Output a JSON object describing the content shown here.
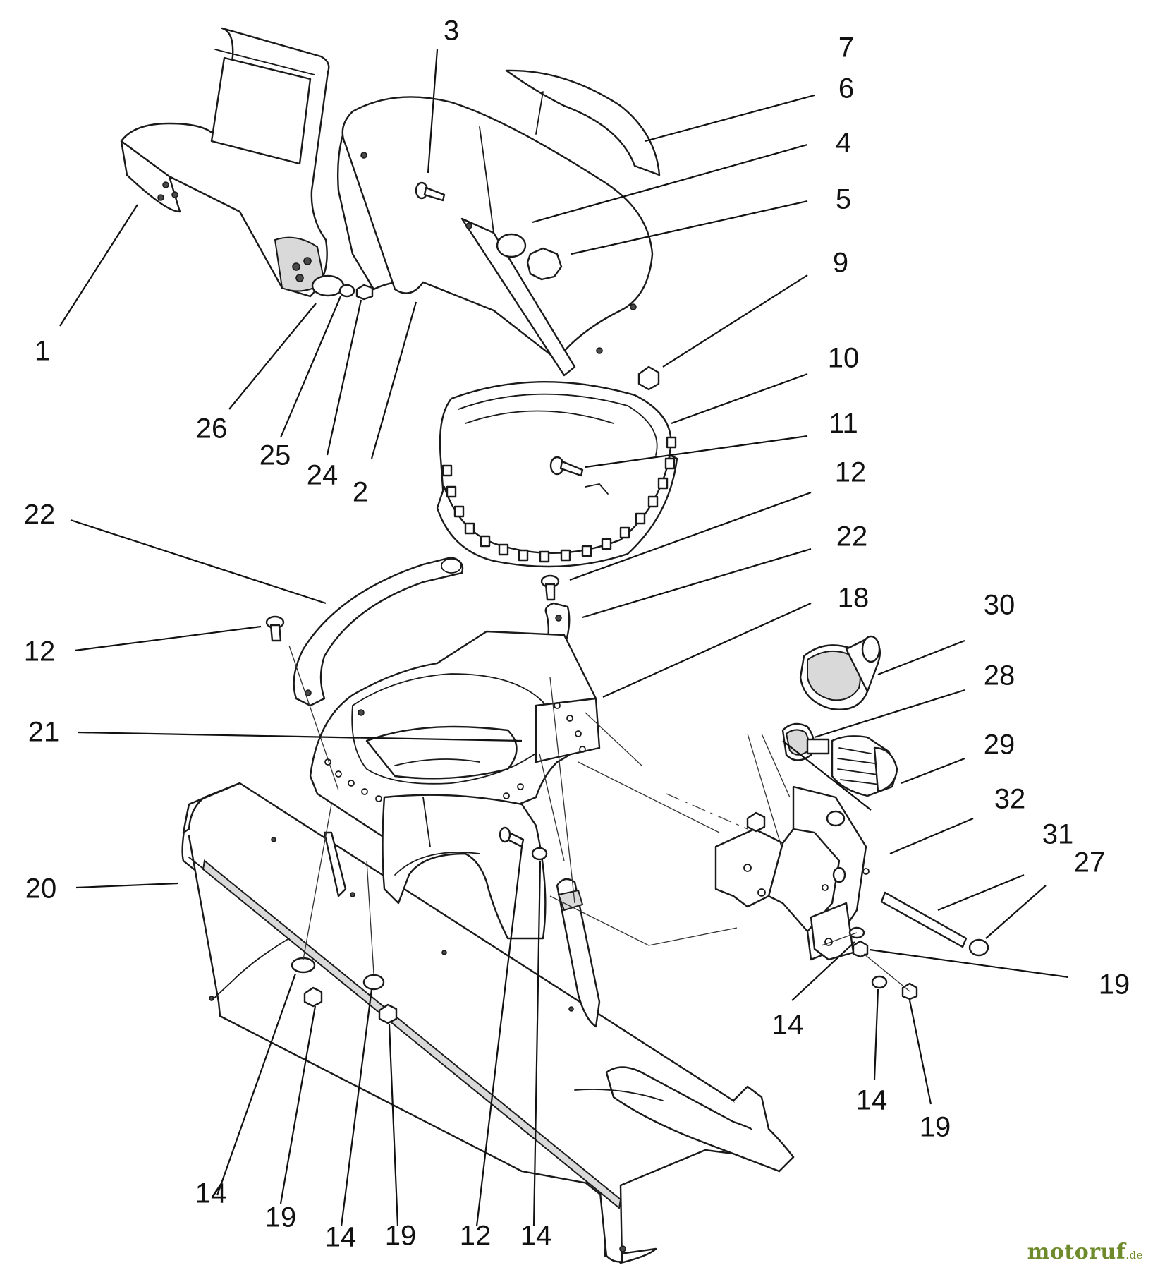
{
  "watermark": {
    "name": "motoruf",
    "tld": ".de"
  },
  "callouts": [
    {
      "id": "c1",
      "text": "1"
    },
    {
      "id": "c2",
      "text": "2"
    },
    {
      "id": "c3",
      "text": "3"
    },
    {
      "id": "c4",
      "text": "4"
    },
    {
      "id": "c5",
      "text": "5"
    },
    {
      "id": "c6",
      "text": "6"
    },
    {
      "id": "c7",
      "text": "7"
    },
    {
      "id": "c9",
      "text": "9"
    },
    {
      "id": "c10",
      "text": "10"
    },
    {
      "id": "c11",
      "text": "11"
    },
    {
      "id": "c12a",
      "text": "12"
    },
    {
      "id": "c12b",
      "text": "12"
    },
    {
      "id": "c12c",
      "text": "12"
    },
    {
      "id": "c14a",
      "text": "14"
    },
    {
      "id": "c14b",
      "text": "14"
    },
    {
      "id": "c14c",
      "text": "14"
    },
    {
      "id": "c14d",
      "text": "14"
    },
    {
      "id": "c14e",
      "text": "14"
    },
    {
      "id": "c18",
      "text": "18"
    },
    {
      "id": "c19a",
      "text": "19"
    },
    {
      "id": "c19b",
      "text": "19"
    },
    {
      "id": "c19c",
      "text": "19"
    },
    {
      "id": "c19d",
      "text": "19"
    },
    {
      "id": "c20",
      "text": "20"
    },
    {
      "id": "c21",
      "text": "21"
    },
    {
      "id": "c22a",
      "text": "22"
    },
    {
      "id": "c22b",
      "text": "22"
    },
    {
      "id": "c24",
      "text": "24"
    },
    {
      "id": "c25",
      "text": "25"
    },
    {
      "id": "c26",
      "text": "26"
    },
    {
      "id": "c27",
      "text": "27"
    },
    {
      "id": "c28",
      "text": "28"
    },
    {
      "id": "c29",
      "text": "29"
    },
    {
      "id": "c30",
      "text": "30"
    },
    {
      "id": "c31",
      "text": "31"
    },
    {
      "id": "c32",
      "text": "32"
    }
  ]
}
